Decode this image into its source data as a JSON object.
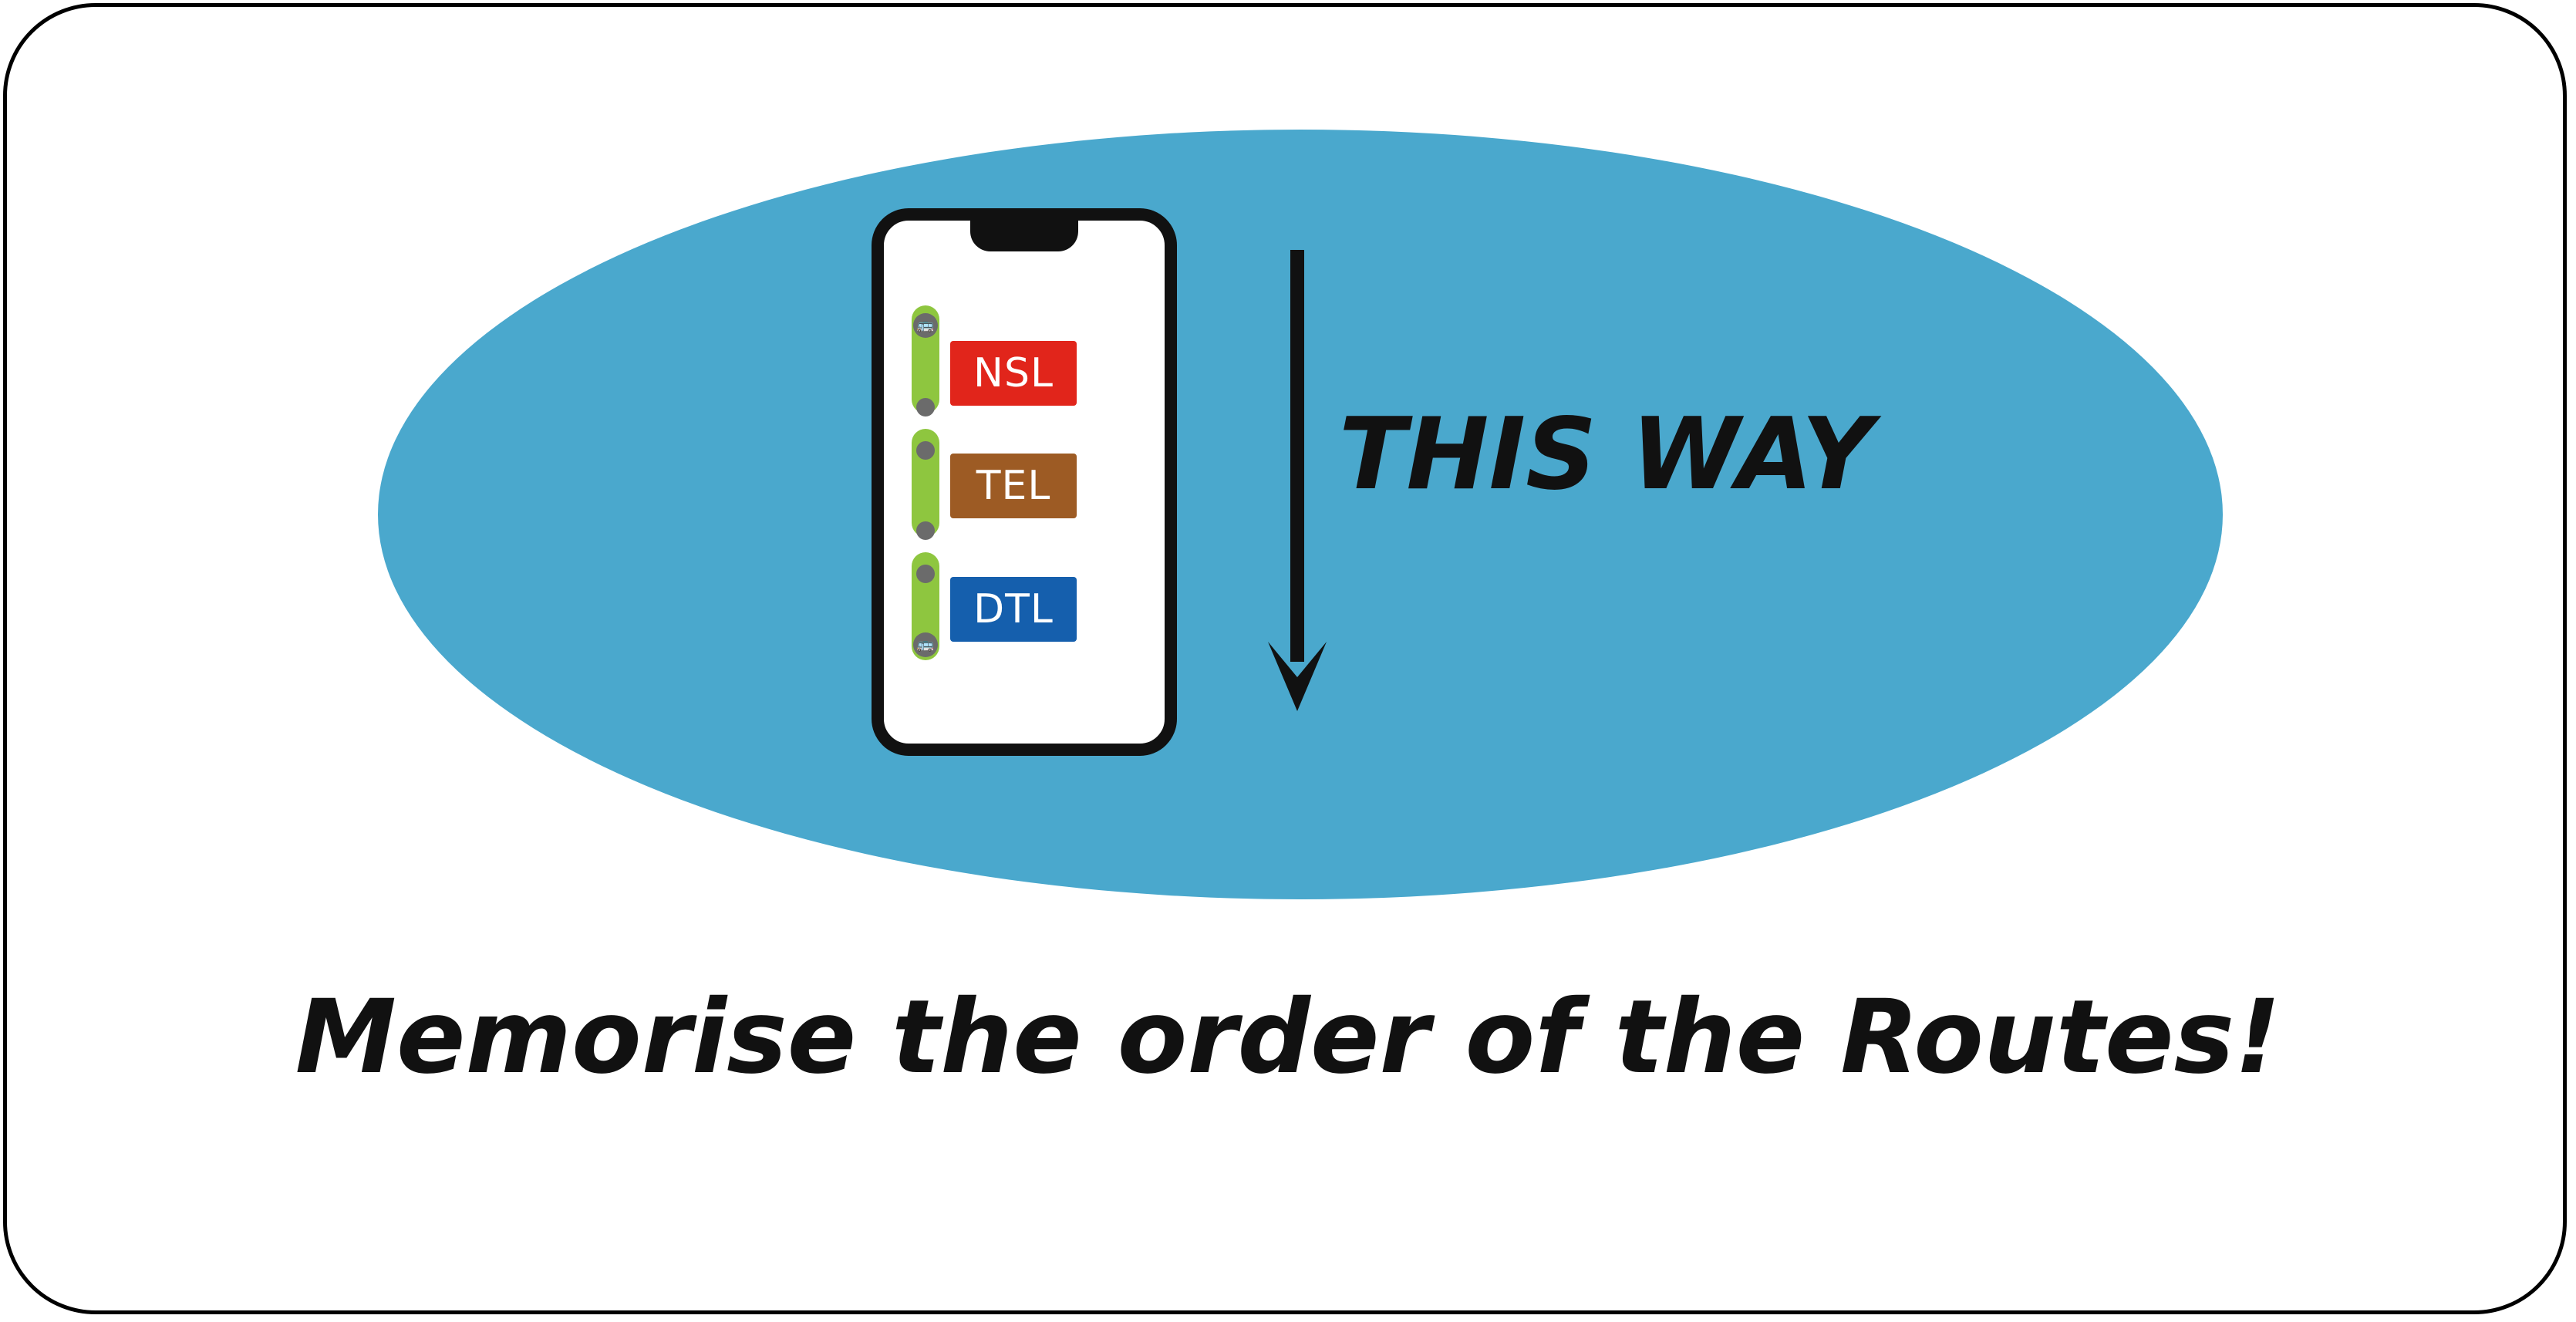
{
  "colors": {
    "ellipse": "#4aa8cd",
    "route_line": "#8ec63f",
    "nsl": "#e1251b",
    "tel": "#9d5b24",
    "dtl": "#155fad",
    "ink": "#111111"
  },
  "phone": {
    "start_icon": "bus-icon",
    "end_icon": "bus-icon",
    "routes": [
      {
        "label": "NSL"
      },
      {
        "label": "TEL"
      },
      {
        "label": "DTL"
      }
    ]
  },
  "direction_text": "THIS WAY",
  "caption": "Memorise the order of the Routes!"
}
